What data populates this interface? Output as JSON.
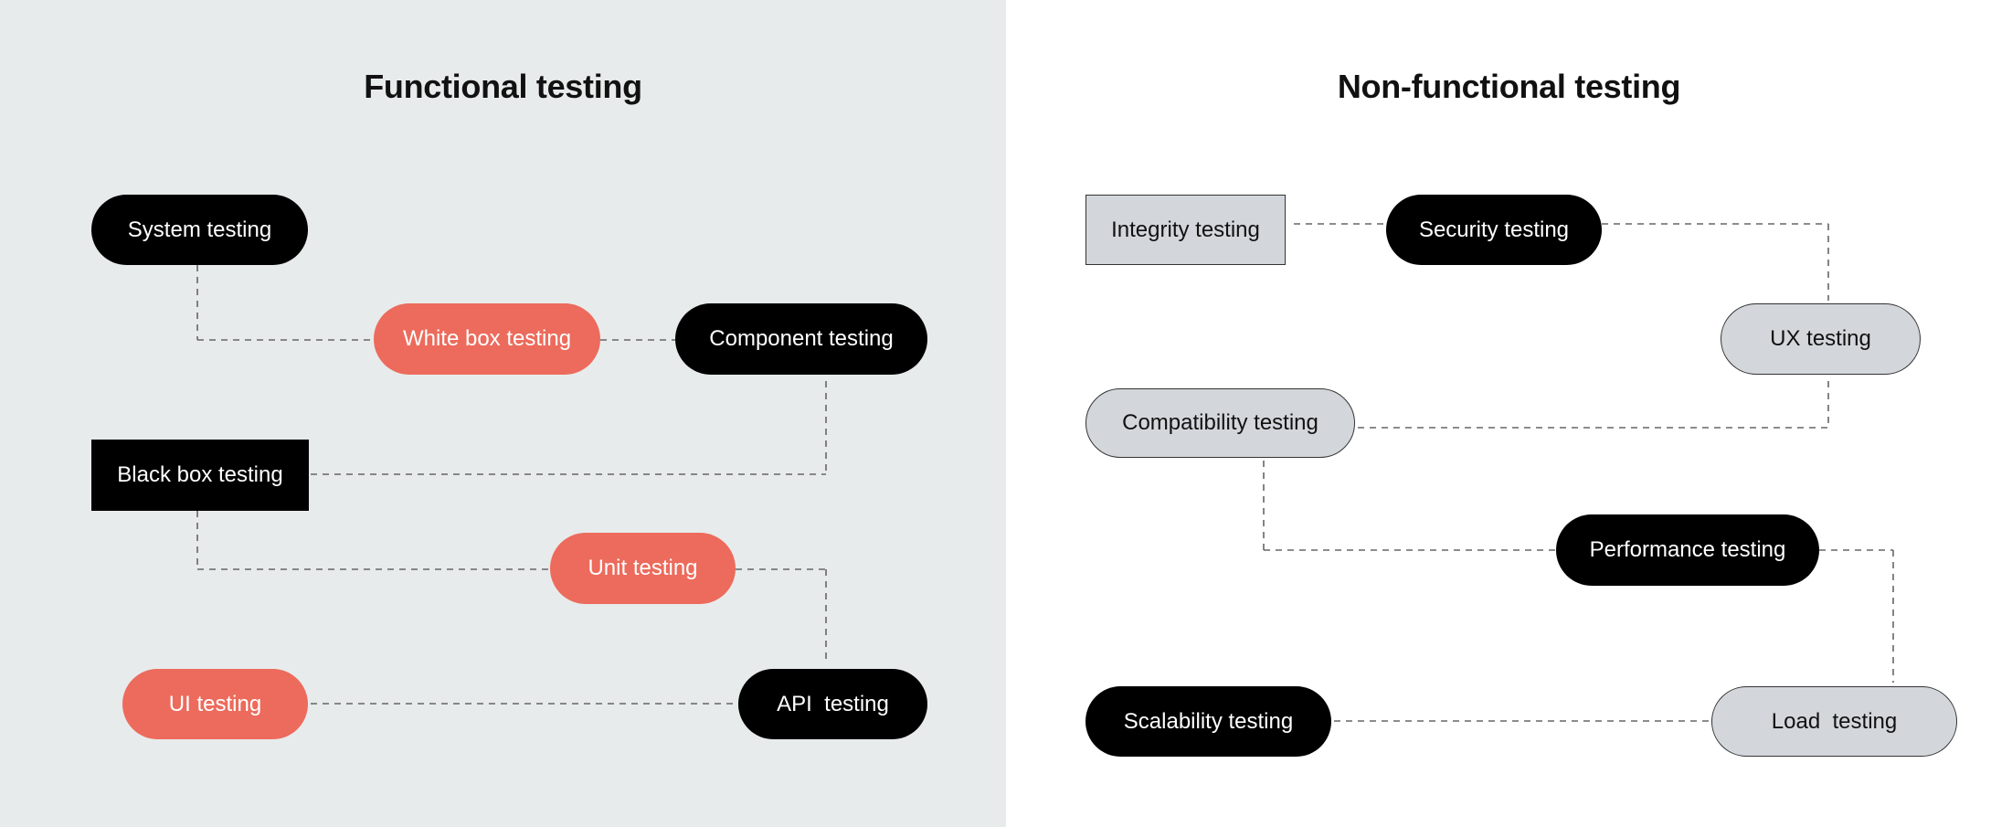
{
  "functional": {
    "title": "Functional testing",
    "nodes": {
      "system": "System testing",
      "white_box": "White box testing",
      "component": "Component testing",
      "black_box": "Black box testing",
      "unit": "Unit testing",
      "ui": "UI testing",
      "api": "API  testing"
    }
  },
  "non_functional": {
    "title": "Non-functional testing",
    "nodes": {
      "integrity": "Integrity testing",
      "security": "Security testing",
      "ux": "UX testing",
      "compatibility": "Compatibility testing",
      "performance": "Performance testing",
      "scalability": "Scalability testing",
      "load": "Load  testing"
    }
  },
  "colors": {
    "left_background": "#e8ebeb",
    "right_background": "#ffffff",
    "black_node": "#000000",
    "coral_node": "#ec6b5c",
    "gray_node": "#d3d7db",
    "connector": "#666666"
  }
}
